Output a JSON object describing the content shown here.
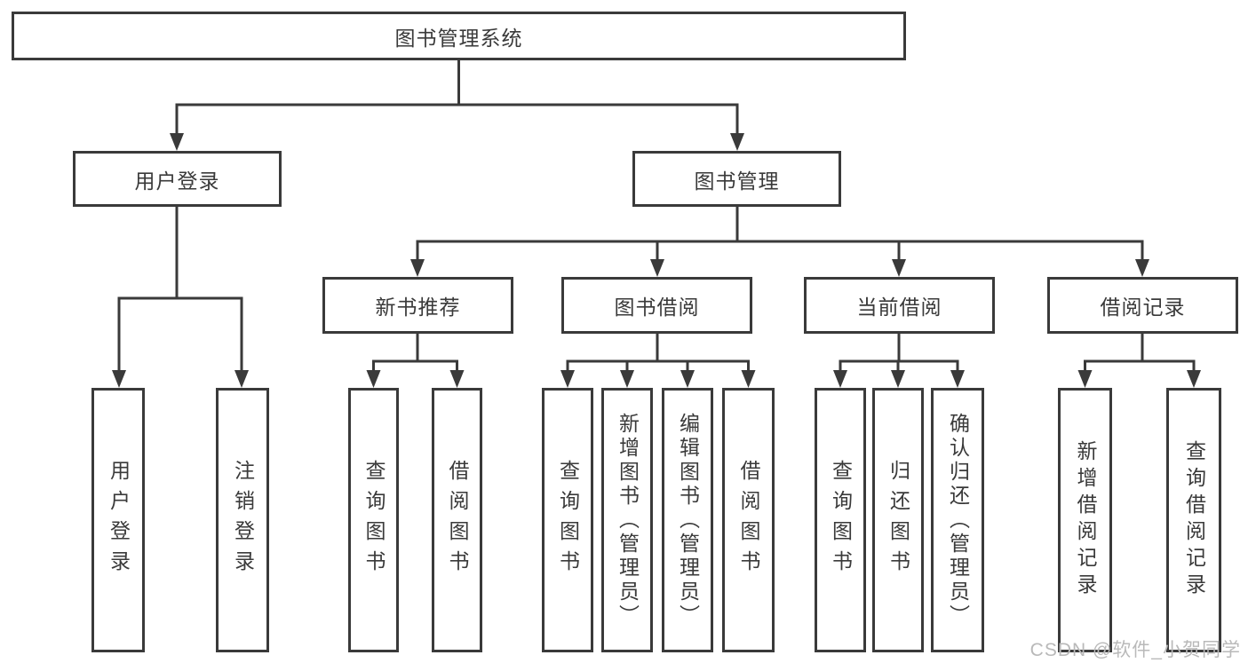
{
  "diagram_title": "图书管理系统",
  "tree": {
    "label": "图书管理系统",
    "children": [
      {
        "label": "用户登录",
        "children": [
          {
            "label": "用户登录"
          },
          {
            "label": "注销登录"
          }
        ]
      },
      {
        "label": "图书管理",
        "children": [
          {
            "label": "新书推荐",
            "children": [
              {
                "label": "查询图书"
              },
              {
                "label": "借阅图书"
              }
            ]
          },
          {
            "label": "图书借阅",
            "children": [
              {
                "label": "查询图书"
              },
              {
                "label": "新增图书（管理员）"
              },
              {
                "label": "编辑图书（管理员）"
              },
              {
                "label": "借阅图书"
              }
            ]
          },
          {
            "label": "当前借阅",
            "children": [
              {
                "label": "查询图书"
              },
              {
                "label": "归还图书"
              },
              {
                "label": "确认归还（管理员）"
              }
            ]
          },
          {
            "label": "借阅记录",
            "children": [
              {
                "label": "新增借阅记录"
              },
              {
                "label": "查询借阅记录"
              }
            ]
          }
        ]
      }
    ]
  },
  "watermark": {
    "text": "CSDN @软件_小贺同学"
  },
  "colors": {
    "line": "#3a3a3a",
    "text": "#3a3a3a",
    "watermark": "#b9b9b9",
    "background": "#ffffff"
  }
}
